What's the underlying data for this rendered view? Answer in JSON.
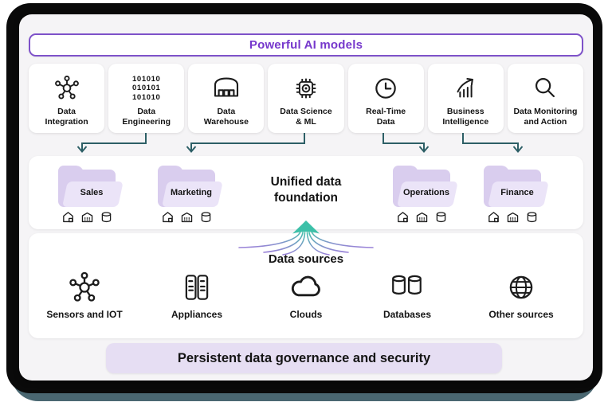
{
  "banner": {
    "label": "Powerful AI models"
  },
  "capabilities": [
    {
      "label": "Data Integration",
      "lines": [
        "Data",
        "Integration"
      ],
      "icon": "data-integration-icon"
    },
    {
      "label": "Data Engineering",
      "lines": [
        "Data",
        "Engineering"
      ],
      "icon": "binary-code-icon",
      "binary": [
        "101010",
        "010101",
        "101010"
      ]
    },
    {
      "label": "Data Warehouse",
      "lines": [
        "Data",
        "Warehouse"
      ],
      "icon": "warehouse-icon"
    },
    {
      "label": "Data Science & ML",
      "lines": [
        "Data Science",
        "& ML"
      ],
      "icon": "chip-icon"
    },
    {
      "label": "Real-Time Data",
      "lines": [
        "Real-Time",
        "Data"
      ],
      "icon": "clock-icon"
    },
    {
      "label": "Business Intelligence",
      "lines": [
        "Business",
        "Intelligence"
      ],
      "icon": "chart-increase-icon"
    },
    {
      "label": "Data Monitoring and Action",
      "lines": [
        "Data Monitoring",
        "and Action"
      ],
      "icon": "magnifier-icon"
    }
  ],
  "foundation": {
    "title": "Unified data foundation",
    "title_lines": [
      "Unified data",
      "foundation"
    ],
    "folders": [
      {
        "label": "Sales"
      },
      {
        "label": "Marketing"
      },
      {
        "label": "Operations"
      },
      {
        "label": "Finance"
      }
    ],
    "folder_icons": [
      "lakehouse-icon",
      "warehouse-house-icon",
      "database-icon"
    ]
  },
  "sources": {
    "title": "Data sources",
    "items": [
      {
        "label": "Sensors and IOT",
        "icon": "sensors-iot-icon"
      },
      {
        "label": "Appliances",
        "icon": "server-towers-icon"
      },
      {
        "label": "Clouds",
        "icon": "cloud-icon"
      },
      {
        "label": "Databases",
        "icon": "databases-icon"
      },
      {
        "label": "Other sources",
        "icon": "globe-icon"
      }
    ]
  },
  "footer": {
    "label": "Persistent data governance and security"
  },
  "colors": {
    "accent_purple": "#7638cc",
    "purple_border": "#7e52c9",
    "lavender_folder": "#d9cdee",
    "lavender_banner": "#e6def3",
    "arrow_teal_dark": "#2d5f66",
    "arrow_mint": "#3cc0a8",
    "frame_black": "#0a0a0a",
    "frame_teal": "#4a6771",
    "canvas_gray": "#f5f4f6"
  }
}
